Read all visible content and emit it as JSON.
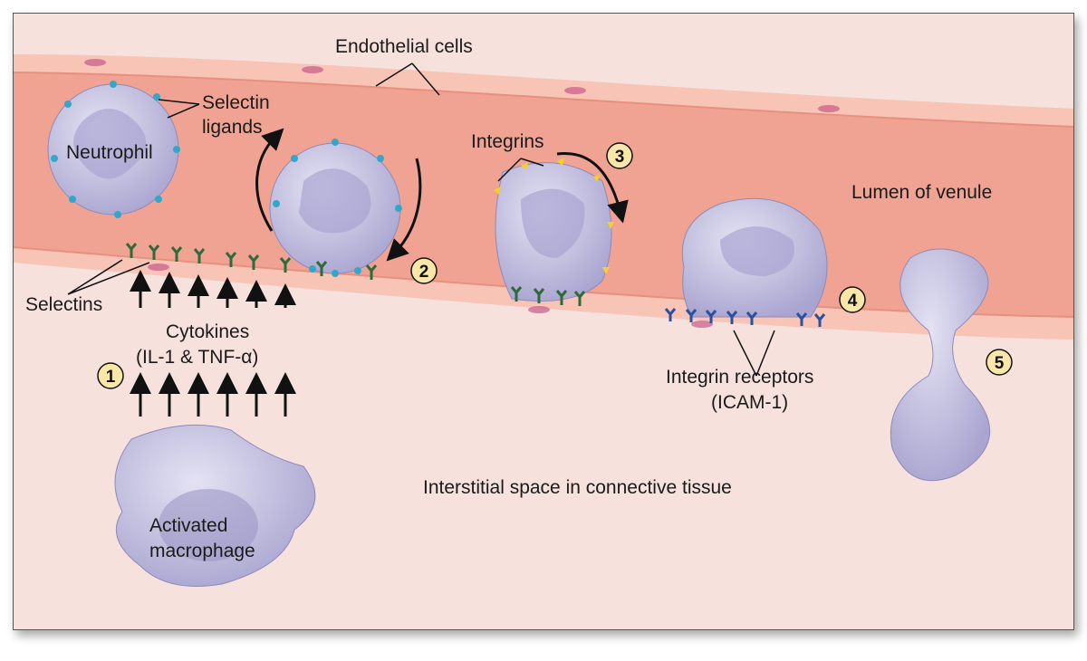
{
  "colors": {
    "lumen": "#f0a393",
    "wall": "#f7c9bd",
    "tissue": "#f6e1dc",
    "cell": "#c9c6e3",
    "nucleus": "#9c97c6",
    "ligand": "#35a6c9",
    "selectin": "#2f6a3a",
    "integrin": "#f2d12a",
    "marker": "#f8e7a6"
  },
  "labels": {
    "endothelial": "Endothelial cells",
    "selectin_ligands_1": "Selectin",
    "selectin_ligands_2": "ligands",
    "neutrophil": "Neutrophil",
    "integrins": "Integrins",
    "lumen": "Lumen of venule",
    "selectins": "Selectins",
    "cytokines_1": "Cytokines",
    "cytokines_2": "(IL-1 & TNF-α)",
    "integrin_receptors_1": "Integrin receptors",
    "integrin_receptors_2": "(ICAM-1)",
    "interstitial": "Interstitial space in connective tissue",
    "macrophage_1": "Activated",
    "macrophage_2": "macrophage"
  },
  "steps": [
    "1",
    "2",
    "3",
    "4",
    "5"
  ]
}
